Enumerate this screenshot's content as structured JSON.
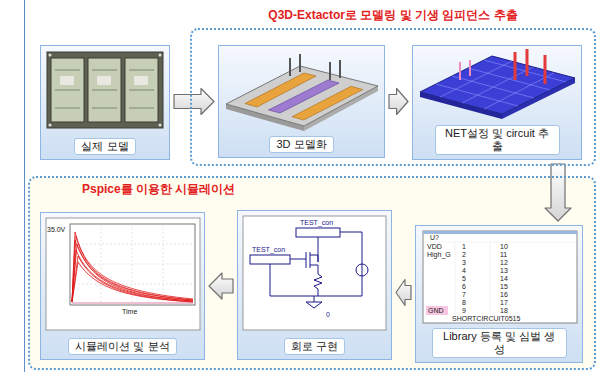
{
  "diagram": {
    "nodes": [
      {
        "text": [
          "실제 모델"
        ]
      },
      {
        "text": [
          "Q3D-Extactor로 모델링 및 기생 임피던스 추출"
        ]
      },
      {
        "text": [
          "3D 모델화"
        ],
        "in": 1
      },
      {
        "text": [
          "NET설정 및 circuit 추출"
        ],
        "in": 1
      },
      {
        "text": [
          "Pspice를 이용한 시뮬레이션"
        ]
      },
      {
        "text": [
          "시뮬레이션 및 분석"
        ],
        "in": 4
      },
      {
        "text": [
          "회로 구현"
        ],
        "in": 4
      },
      {
        "text": [
          "Library 등록 및 심벌 생성"
        ],
        "in": 4
      }
    ],
    "edges": [
      {
        "from": 0,
        "to": 2,
        "arrow": "to"
      },
      {
        "from": 2,
        "to": 3,
        "arrow": "to"
      },
      {
        "from": 3,
        "to": 7,
        "arrow": "to"
      },
      {
        "from": 7,
        "to": 6,
        "arrow": "to"
      },
      {
        "from": 6,
        "to": 5,
        "arrow": "to"
      }
    ],
    "labels": [
      "U?",
      "VDD",
      "High_G",
      "1",
      "2",
      "3",
      "4",
      "5",
      "6",
      "7",
      "8",
      "9",
      "GND",
      "10",
      "11",
      "12",
      "13",
      "14",
      "15",
      "16",
      "17",
      "18",
      "SHORTCIRCUIT0515",
      "TEST_con",
      "TEST_con",
      "0",
      "35.0V",
      "Time"
    ]
  }
}
